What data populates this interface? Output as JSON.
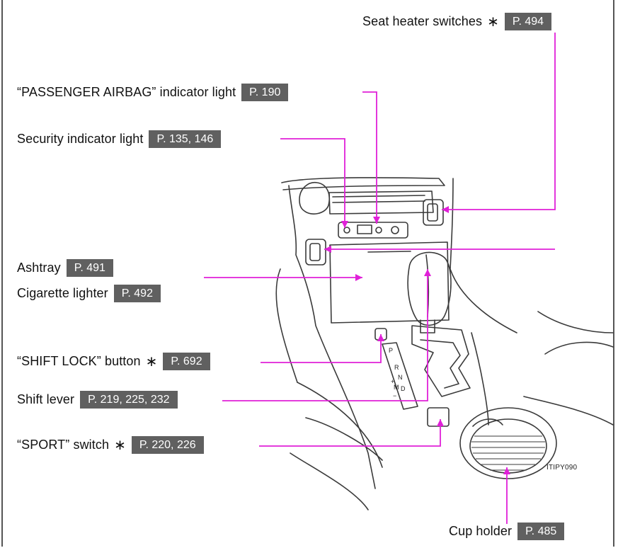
{
  "colors": {
    "leader": "#e020d8",
    "page_box": "#606060",
    "line_art": "#3a3a3a"
  },
  "callouts": [
    {
      "id": "seat-heater",
      "label": "Seat heater switches",
      "star": "∗",
      "page": "P. 494"
    },
    {
      "id": "passenger-airbag",
      "label": "“PASSENGER AIRBAG” indicator light",
      "star": "",
      "page": "P. 190"
    },
    {
      "id": "security",
      "label": "Security indicator light",
      "star": "",
      "page": "P. 135, 146"
    },
    {
      "id": "ashtray",
      "label": "Ashtray",
      "star": "",
      "page": "P. 491"
    },
    {
      "id": "cigarette-lighter",
      "label": "Cigarette lighter",
      "star": "",
      "page": "P. 492"
    },
    {
      "id": "shift-lock",
      "label": "“SHIFT LOCK” button",
      "star": "∗",
      "page": "P. 692"
    },
    {
      "id": "shift-lever",
      "label": "Shift lever",
      "star": "",
      "page": "P. 219, 225, 232"
    },
    {
      "id": "sport-switch",
      "label": "“SPORT” switch",
      "star": "∗",
      "page": "P. 220, 226"
    },
    {
      "id": "cup-holder",
      "label": "Cup holder",
      "star": "",
      "page": "P. 485"
    }
  ],
  "gate_letters": [
    "P",
    "R",
    "N",
    "D",
    "M",
    "+",
    "−"
  ],
  "reference_code": "ITIPY090"
}
